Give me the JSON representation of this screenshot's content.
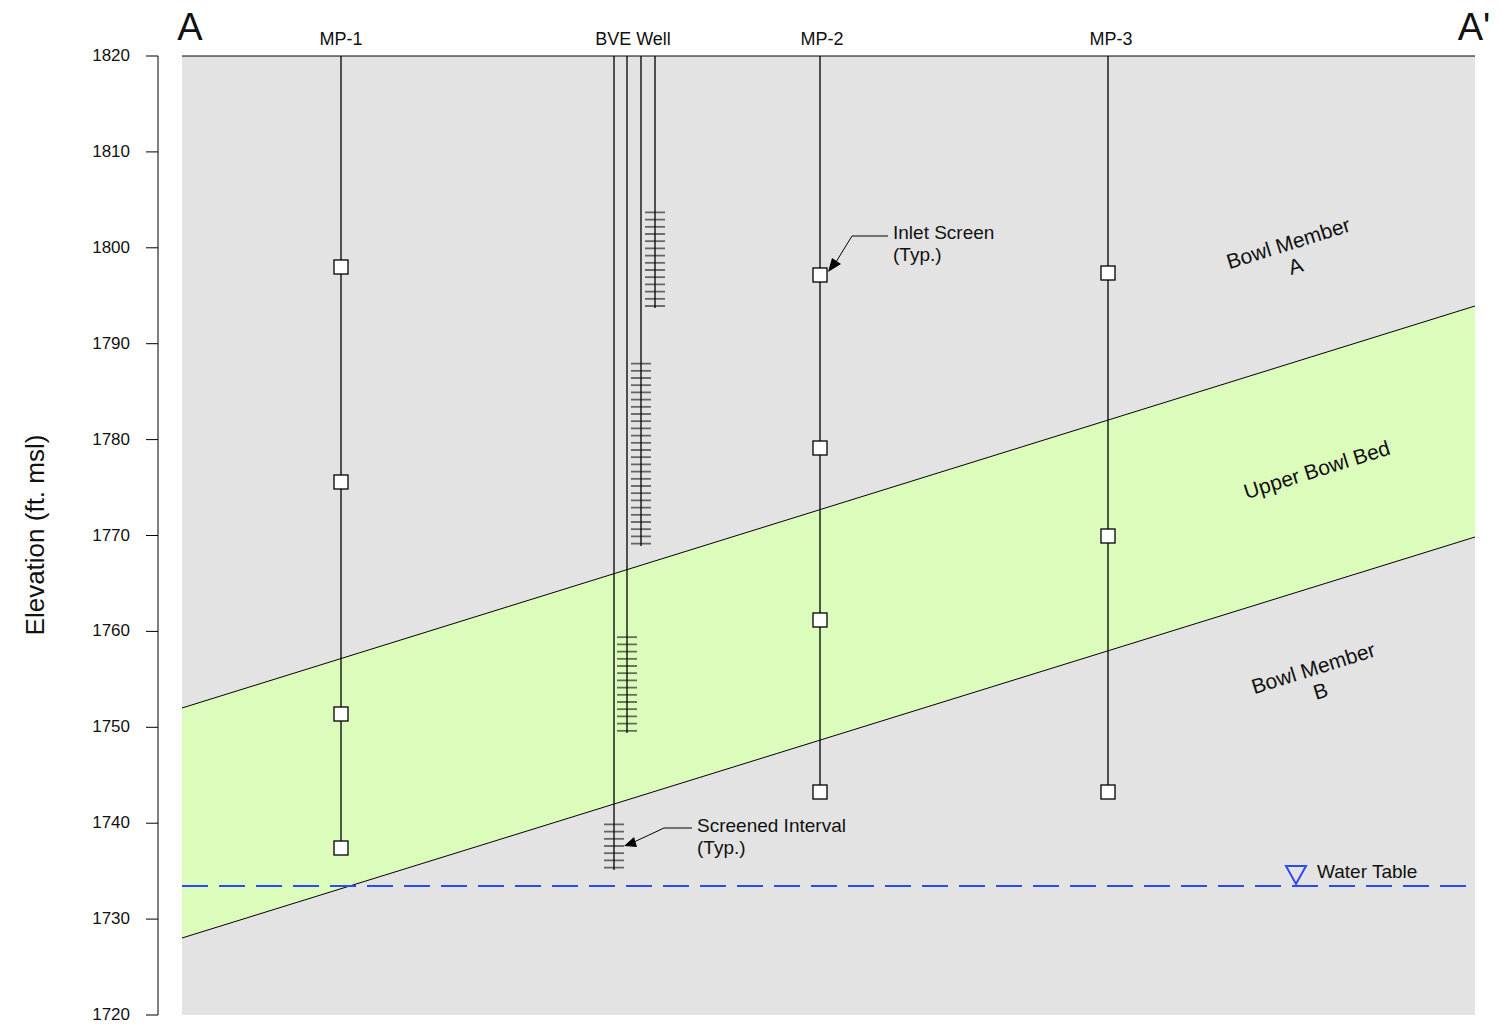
{
  "diagram": {
    "nodes": [
      {
        "text": [
          "Bowl Member A"
        ]
      },
      {
        "text": [
          "Upper Bowl Bed"
        ]
      },
      {
        "text": [
          "Bowl Member B"
        ]
      }
    ],
    "labels": [
      "A",
      "A'",
      "MP-1",
      "BVE Well",
      "MP-2",
      "MP-3",
      "Inlet Screen (Typ.)",
      "Screened Interval (Typ.)",
      "Water Table",
      "Elevation (ft. msl)",
      "1820",
      "1810",
      "1800",
      "1790",
      "1780",
      "1770",
      "1760",
      "1750",
      "1740",
      "1730",
      "1720"
    ]
  }
}
